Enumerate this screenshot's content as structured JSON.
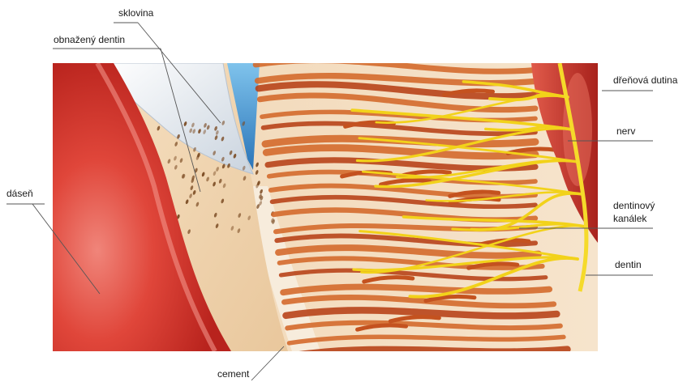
{
  "labels": {
    "sklovina": "sklovina",
    "obnazeny_dentin": "obnažený dentin",
    "dasen": "dáseň",
    "drenova_dutina": "dřeňová dutina",
    "nerv": "nerv",
    "dentinovy_kanalek_line1": "dentinový",
    "dentinovy_kanalek_line2": "kanálek",
    "dentin": "dentin",
    "cement": "cement"
  },
  "colors": {
    "gum_red": "#d9362b",
    "dentin_beige": "#f3dcc0",
    "tubule_orange": "#c8501e",
    "nerve_yellow": "#f2d21a",
    "enamel_white": "#eef2f6",
    "water_blue": "#3a8fd0",
    "pulp_red": "#c0302a",
    "leader_line": "#555555"
  }
}
